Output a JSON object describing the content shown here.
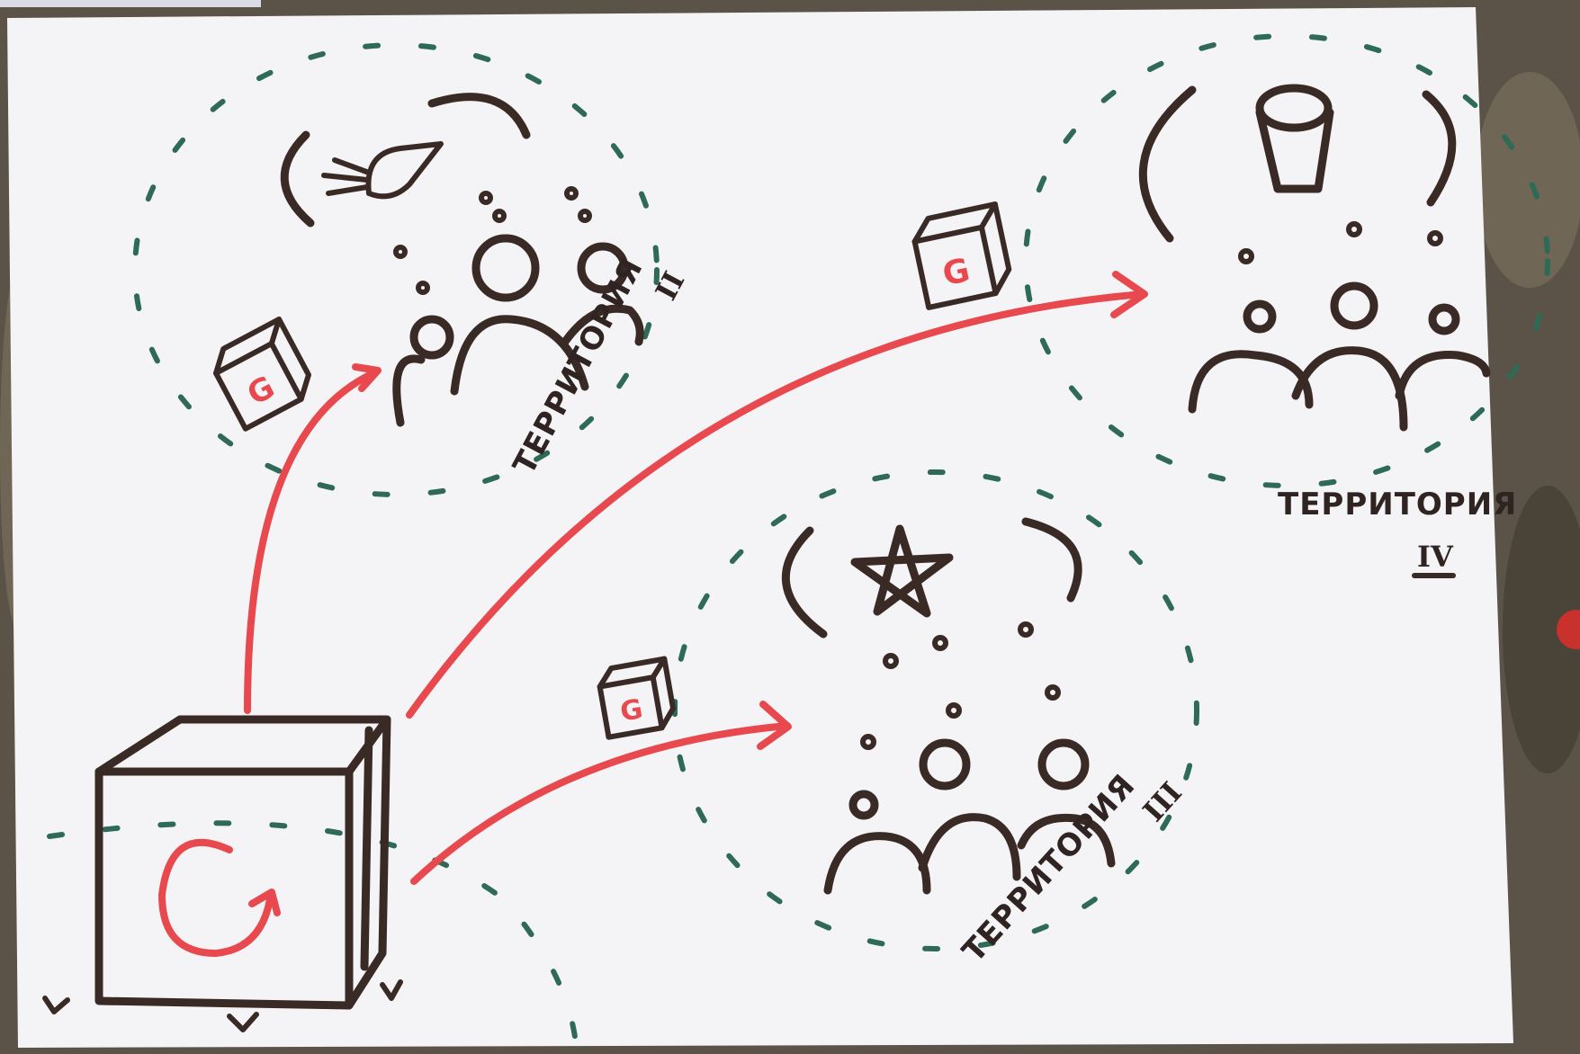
{
  "territories": [
    {
      "id": "II",
      "label": "ТЕРРИТОРИЯ",
      "numeral": "II"
    },
    {
      "id": "III",
      "label": "ТЕРРИТОРИЯ",
      "numeral": "III"
    },
    {
      "id": "IV",
      "label": "ТЕРРИТОРИЯ",
      "numeral": "IV"
    }
  ],
  "cube_symbol": "G",
  "colors": {
    "paper": "#f4f4f6",
    "background": "#5b5348",
    "ink": "#3a2a26",
    "arrow": "#e8494e",
    "boundary": "#2e6a55"
  }
}
